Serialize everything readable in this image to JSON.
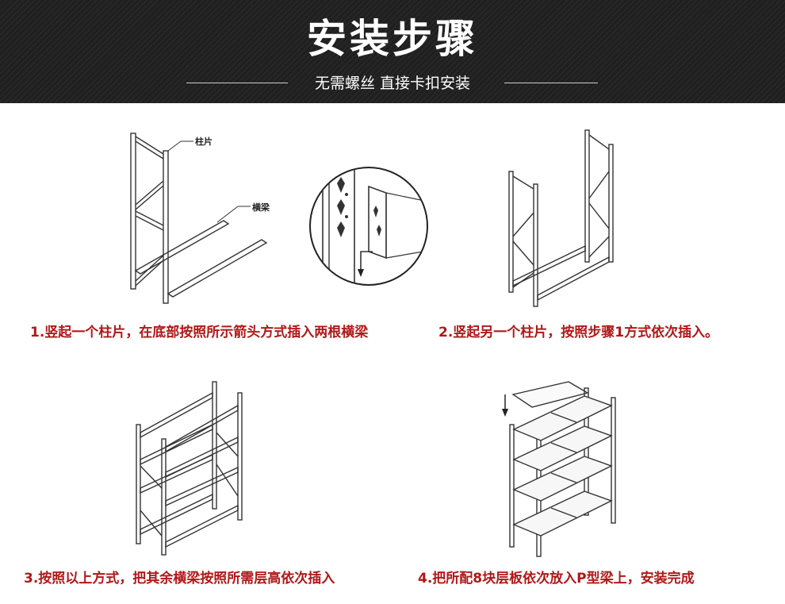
{
  "header": {
    "title": "安装步骤",
    "subtitle": "无需螺丝  直接卡扣安装"
  },
  "steps": [
    {
      "caption": "1.竖起一个柱片，在底部按照所示箭头方式插入两根横梁",
      "label_post": "柱片",
      "label_beam": "横梁"
    },
    {
      "caption": "2.竖起另一个柱片，按照步骤1方式依次插入。"
    },
    {
      "caption": "3.按照以上方式，把其余横梁按照所需层高依次插入"
    },
    {
      "caption": "4.把所配8块层板依次放入P型梁上，安装完成"
    }
  ],
  "colors": {
    "header_bg": "#1f1f1f",
    "caption": "#b01818"
  }
}
